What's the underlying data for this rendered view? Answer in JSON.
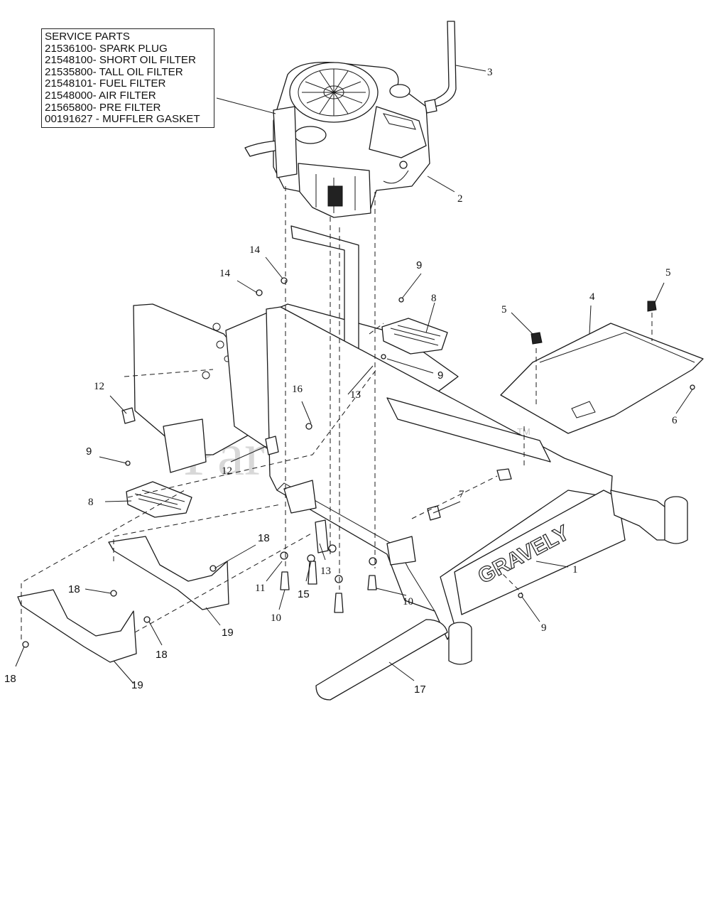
{
  "service_parts": {
    "title": "SERVICE PARTS",
    "items": [
      "21536100- SPARK PLUG",
      "21548100- SHORT OIL FILTER",
      "21535800- TALL OIL FILTER",
      "21548101- FUEL FILTER",
      "21548000- AIR FILTER",
      "21565800- PRE FILTER",
      "00191627 - MUFFLER GASKET"
    ]
  },
  "watermark": {
    "text": "PartsTree",
    "tm": "TM"
  },
  "brand": {
    "text": "GRAVELY"
  },
  "callouts": {
    "c1": "1",
    "c2": "2",
    "c3": "3",
    "c4": "4",
    "c5a": "5",
    "c5b": "5",
    "c6": "6",
    "c7": "7",
    "c8a": "8",
    "c8b": "8",
    "c9a": "9",
    "c9b": "9",
    "c9c": "9",
    "c9d": "9",
    "c10a": "10",
    "c10b": "10",
    "c11": "11",
    "c12a": "12",
    "c12b": "12",
    "c13a": "13",
    "c13b": "13",
    "c14a": "14",
    "c14b": "14",
    "c15": "15",
    "c16": "16",
    "c17": "17",
    "c18a": "18",
    "c18b": "18",
    "c18c": "18",
    "c18d": "18",
    "c19a": "19",
    "c19b": "19"
  }
}
